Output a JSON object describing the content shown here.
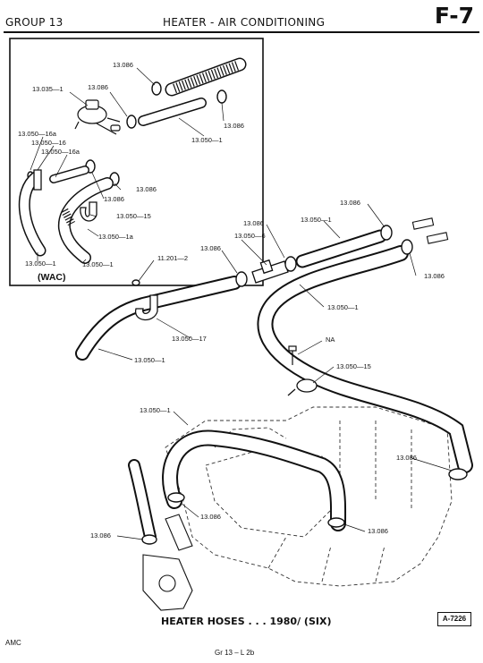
{
  "header": {
    "group": "GROUP 13",
    "title": "HEATER - AIR CONDITIONING",
    "page_code": "F-7"
  },
  "inset": {
    "label": "(WAC)",
    "callouts": [
      "13.086",
      "13.035—1",
      "13.086",
      "13.086",
      "13.050—1",
      "13.050—16a",
      "13.050—16",
      "13.050—16a",
      "13.086",
      "13.086",
      "13.050—15",
      "13.050—1a",
      "13.050—1",
      "13.050—1"
    ]
  },
  "main": {
    "callouts": [
      "13.086",
      "13.050—1",
      "13.086",
      "13.050—6",
      "13.086",
      "11.201—2",
      "13.086",
      "13.050—1",
      "13.050—17",
      "13.050—1",
      "NA",
      "13.050—15",
      "13.050—1",
      "13.086",
      "13.086",
      "13.086",
      "13.086"
    ]
  },
  "caption": "HEATER HOSES . . . 1980/ (SIX)",
  "ref_code": "A-7226",
  "publisher": "AMC",
  "footer": "Gr 13 – L 2b"
}
